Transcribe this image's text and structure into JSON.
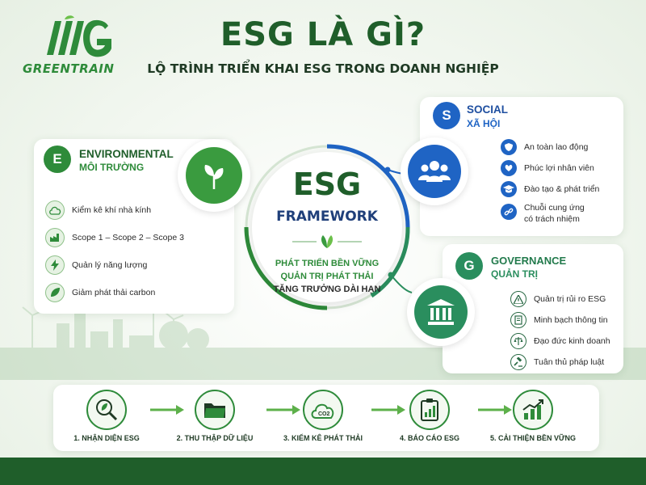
{
  "logo": {
    "brand": "GREENTRAIN"
  },
  "header": {
    "title": "ESG LÀ GÌ?",
    "subtitle": "LỘ TRÌNH TRIỂN KHAI ESG TRONG DOANH NGHIỆP"
  },
  "environmental": {
    "letter": "E",
    "title": "ENVIRONMENTAL",
    "subtitle": "MÔI TRƯỜNG",
    "items": [
      {
        "label": "Kiểm kê khí nhà kính",
        "icon": "co2-cloud-icon"
      },
      {
        "label": "Scope 1 – Scope 2 – Scope 3",
        "icon": "factory-icon"
      },
      {
        "label": "Quản lý năng lượng",
        "icon": "energy-icon"
      },
      {
        "label": "Giảm phát thải carbon",
        "icon": "leaf-icon"
      }
    ]
  },
  "social": {
    "letter": "S",
    "title": "SOCIAL",
    "subtitle": "XÃ HỘI",
    "items": [
      {
        "label": "An toàn lao động",
        "icon": "shield-check-icon"
      },
      {
        "label": "Phúc lợi nhân viên",
        "icon": "heart-hand-icon"
      },
      {
        "label": "Đào tạo & phát triển",
        "icon": "graduation-cap-icon"
      },
      {
        "label": "Chuỗi cung ứng",
        "label2": "có trách nhiệm",
        "icon": "chain-link-icon"
      }
    ]
  },
  "governance": {
    "letter": "G",
    "title": "GOVERNANCE",
    "subtitle": "QUẢN TRỊ",
    "items": [
      {
        "label": "Quản trị rủi ro ESG",
        "icon": "warning-icon"
      },
      {
        "label": "Minh bạch thông tin",
        "icon": "document-icon"
      },
      {
        "label": "Đạo đức kinh doanh",
        "icon": "scales-icon"
      },
      {
        "label": "Tuân thủ pháp luật",
        "icon": "gavel-icon"
      }
    ]
  },
  "center": {
    "title": "ESG",
    "subtitle": "FRAMEWORK",
    "lines": [
      "PHÁT TRIỂN BỀN VỮNG",
      "QUẢN TRỊ PHÁT THẢI",
      "TĂNG TRƯỞNG DÀI HẠN"
    ]
  },
  "process": {
    "steps": [
      {
        "label": "1. NHẬN DIỆN ESG",
        "icon": "magnifier-leaf-icon"
      },
      {
        "label": "2. THU THẬP DỮ LIỆU",
        "icon": "folder-icon"
      },
      {
        "label": "3. KIỂM KÊ PHÁT THẢI",
        "icon": "co2-cloud-icon"
      },
      {
        "label": "4. BÁO CÁO ESG",
        "icon": "clipboard-chart-icon"
      },
      {
        "label": "5. CẢI THIỆN BỀN VỮNG",
        "icon": "growth-chart-icon"
      }
    ]
  },
  "colors": {
    "primary_green": "#2e8b3a",
    "dark_green": "#1f5e2a",
    "social_blue": "#1f64c4",
    "governance_teal": "#2a8e5e"
  }
}
